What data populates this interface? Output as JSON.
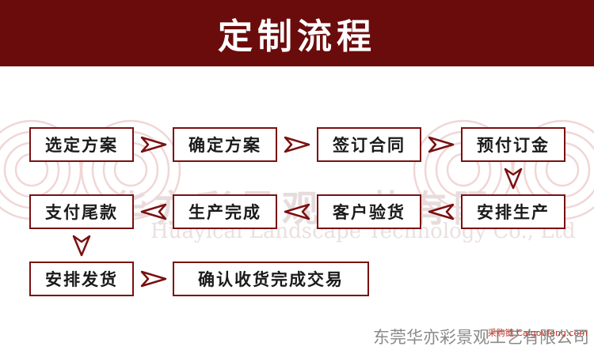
{
  "title": "定制流程",
  "watermark": {
    "cn": "华亦彩景观工艺有限",
    "en": "Huayicai Landscape Technology Co., Ltd"
  },
  "steps": [
    "选定方案",
    "确定方案",
    "签订合同",
    "预付订金",
    "安排生产",
    "客户验货",
    "生产完成",
    "支付尾款",
    "安排发货",
    "确认收货完成交易"
  ],
  "footer": {
    "company": "东莞华亦彩景观工艺有限公司",
    "site_mark": "采购链 Caigoufeng.com"
  },
  "colors": {
    "header": "#6b0c0c",
    "border": "#7a1010",
    "arrow": "#7a1010"
  }
}
